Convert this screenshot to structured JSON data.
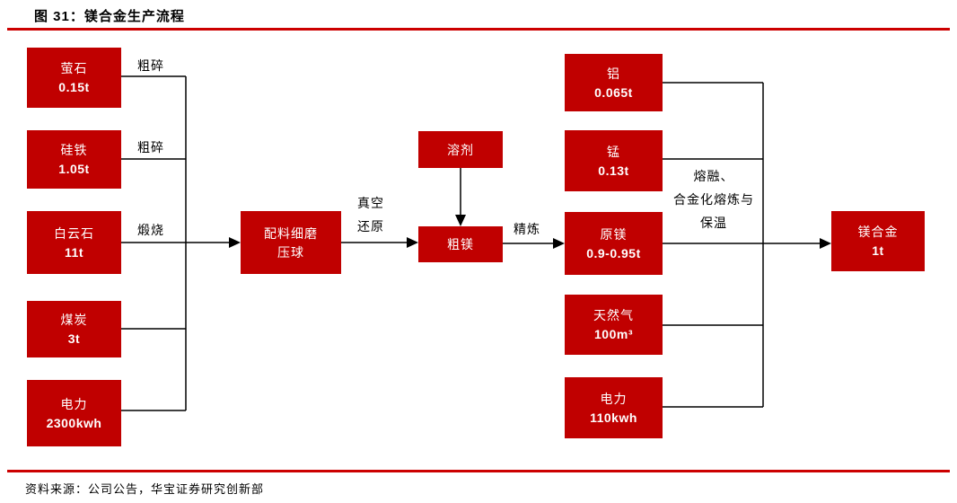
{
  "header": {
    "title": "图 31：镁合金生产流程"
  },
  "footer": {
    "source": "资料来源：公司公告，华宝证券研究创新部"
  },
  "colors": {
    "node_fill": "#C00000",
    "rule": "#CC0000",
    "line": "#000000",
    "node_text": "#FFFFFF"
  },
  "nodes": {
    "fluorite": {
      "name": "萤石",
      "value": "0.15t"
    },
    "ferrosilicon": {
      "name": "硅铁",
      "value": "1.05t"
    },
    "dolomite": {
      "name": "白云石",
      "value": "11t"
    },
    "coal": {
      "name": "煤炭",
      "value": "3t"
    },
    "electricity_raw": {
      "name": "电力",
      "value": "2300kwh"
    },
    "mixing": {
      "line1": "配料细磨",
      "line2": "压球"
    },
    "flux": {
      "name": "溶剂"
    },
    "crude_magnesium": {
      "name": "粗镁"
    },
    "aluminum": {
      "name": "铝",
      "value": "0.065t"
    },
    "manganese": {
      "name": "锰",
      "value": "0.13t"
    },
    "raw_magnesium": {
      "name": "原镁",
      "value": "0.9-0.95t"
    },
    "natural_gas": {
      "name": "天然气",
      "value": "100m³"
    },
    "electricity_alloy": {
      "name": "电力",
      "value": "110kwh"
    },
    "magnesium_alloy": {
      "name": "镁合金",
      "value": "1t"
    }
  },
  "edge_labels": {
    "crush_fluorite": "粗碎",
    "crush_ferrosilicon": "粗碎",
    "calcination": "煅烧",
    "vacuum_line1": "真空",
    "vacuum_line2": "还原",
    "refining": "精炼",
    "alloying_line1": "熔融、",
    "alloying_line2": "合金化熔炼与",
    "alloying_line3": "保温"
  }
}
